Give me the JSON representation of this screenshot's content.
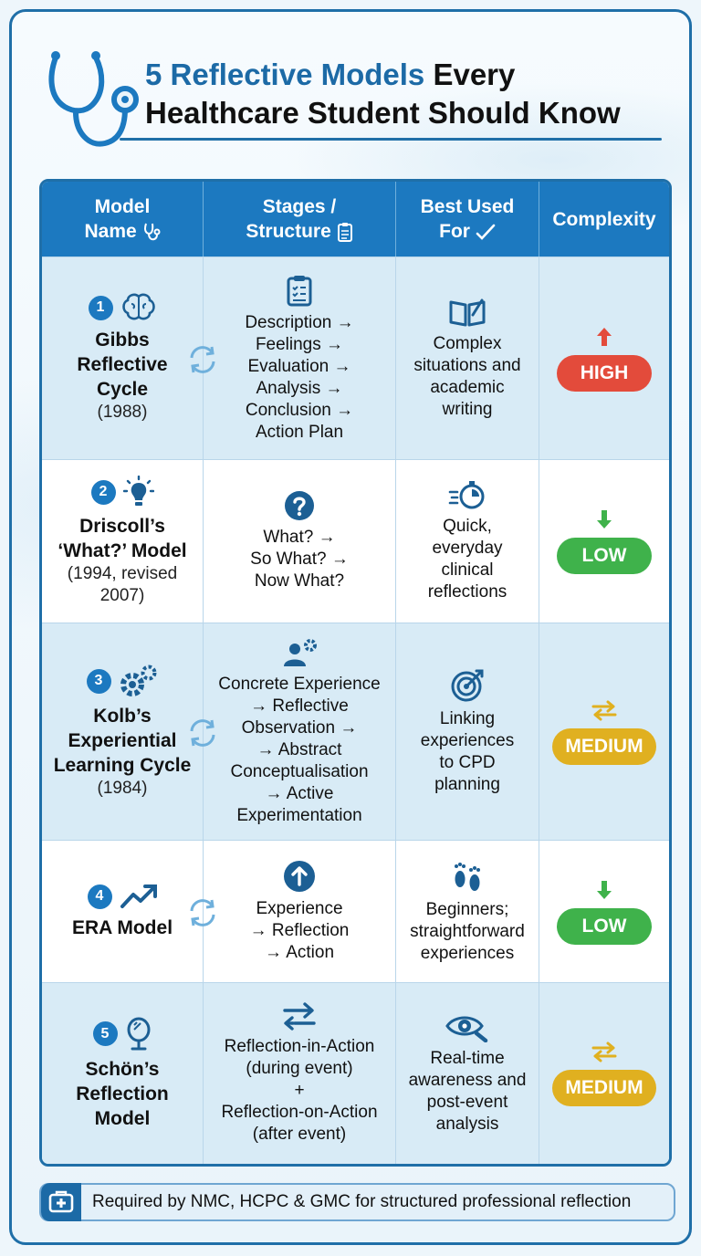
{
  "title": {
    "highlight": "5 Reflective Models",
    "rest_line1": " Every",
    "line2": "Healthcare Student Should Know"
  },
  "headers": {
    "model_name": [
      "Model",
      "Name"
    ],
    "stages": [
      "Stages /",
      "Structure"
    ],
    "best_used": [
      "Best Used",
      "For"
    ],
    "complexity": "Complexity"
  },
  "models": [
    {
      "number": "1",
      "icon": "brain-icon",
      "name_lines": [
        "Gibbs",
        "Reflective",
        "Cycle"
      ],
      "year_lines": [
        "(1988)"
      ],
      "stage_icon": "clipboard-icon",
      "stages": [
        "Description →",
        "Feelings →",
        "Evaluation →",
        "Analysis →",
        "Conclusion →",
        "Action Plan"
      ],
      "use_icon": "book-icon",
      "use": [
        "Complex",
        "situations and",
        "academic",
        "writing"
      ],
      "complexity": "HIGH"
    },
    {
      "number": "2",
      "icon": "lightbulb-icon",
      "name_lines": [
        "Driscoll’s",
        "‘What?’ Model"
      ],
      "year_lines": [
        "(1994, revised",
        "2007)"
      ],
      "stage_icon": "question-icon",
      "stages": [
        "What? →",
        "So What? →",
        "Now What?"
      ],
      "use_icon": "stopwatch-icon",
      "use": [
        "Quick,",
        "everyday",
        "clinical",
        "reflections"
      ],
      "complexity": "LOW"
    },
    {
      "number": "3",
      "icon": "gears-icon",
      "name_lines": [
        "Kolb’s",
        "Experiential",
        "Learning Cycle"
      ],
      "year_lines": [
        "(1984)"
      ],
      "stage_icon": "person-gear-icon",
      "stages": [
        "Concrete Experience",
        "→ Reflective",
        "Observation →",
        "→ Abstract",
        "Conceptualisation",
        "→ Active",
        "Experimentation"
      ],
      "use_icon": "target-icon",
      "use": [
        "Linking",
        "experiences",
        "to CPD",
        "planning"
      ],
      "complexity": "MEDIUM"
    },
    {
      "number": "4",
      "icon": "trend-arrow-icon",
      "name_lines": [
        "ERA Model"
      ],
      "year_lines": [],
      "stage_icon": "up-arrow-circle-icon",
      "stages": [
        "Experience",
        "→ Reflection",
        "→ Action"
      ],
      "use_icon": "footprints-icon",
      "use": [
        "Beginners;",
        "straightforward",
        "experiences"
      ],
      "complexity": "LOW"
    },
    {
      "number": "5",
      "icon": "mirror-icon",
      "name_lines": [
        "Schön’s",
        "Reflection",
        "Model"
      ],
      "year_lines": [],
      "stage_icon": "swap-arrows-icon",
      "stages": [
        "Reflection-in-Action",
        "(during event)",
        "+",
        "Reflection-on-Action",
        "(after event)"
      ],
      "use_icon": "eye-search-icon",
      "use": [
        "Real-time",
        "awareness and",
        "post-event",
        "analysis"
      ],
      "complexity": "MEDIUM"
    }
  ],
  "footer": "Required by NMC, HCPC & GMC for structured professional reflection",
  "colors": {
    "primary": "#1c79c0",
    "high": "#e34b3b",
    "low": "#3fb24b",
    "medium": "#e0b020"
  }
}
